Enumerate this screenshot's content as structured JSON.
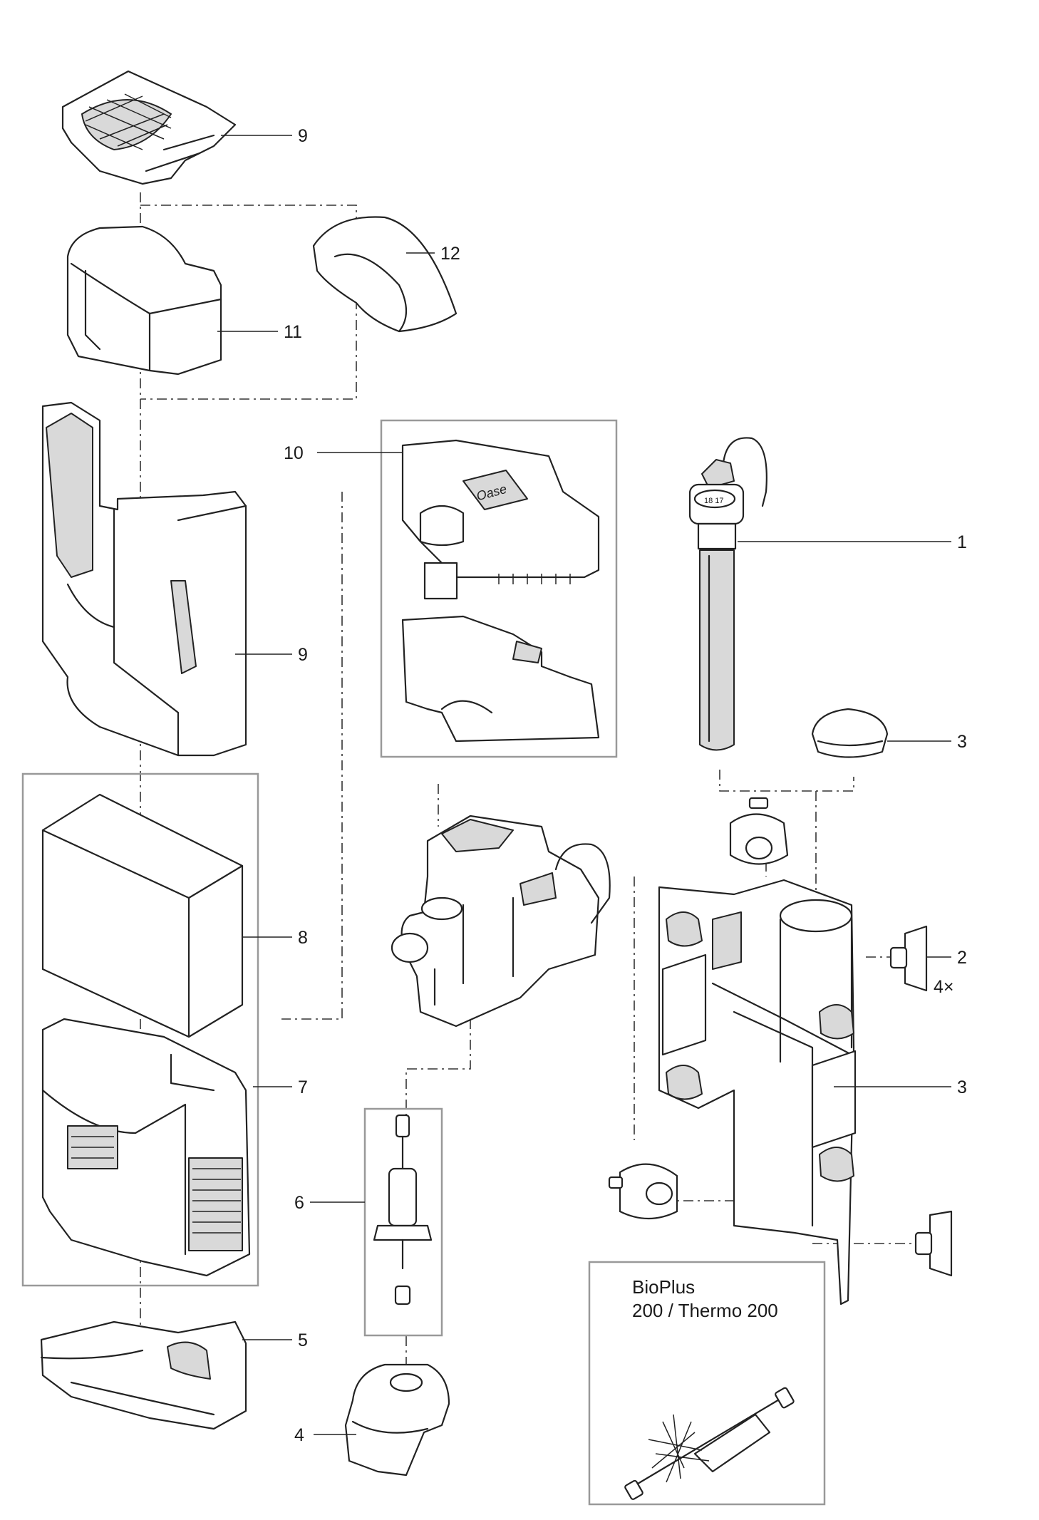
{
  "callouts": {
    "c1": "1",
    "c2": "2",
    "c2_qty": "4×",
    "c3_top": "3",
    "c3_bottom": "3",
    "c4": "4",
    "c5": "5",
    "c6": "6",
    "c7": "7",
    "c8": "8",
    "c9_top": "9",
    "c9_mid": "9",
    "c10": "10",
    "c11": "11",
    "c12": "12"
  },
  "note_box": {
    "line1": "BioPlus",
    "line2": "200 / Thermo 200"
  },
  "logo_text": "Oase",
  "heater_dial_text": "18 17"
}
